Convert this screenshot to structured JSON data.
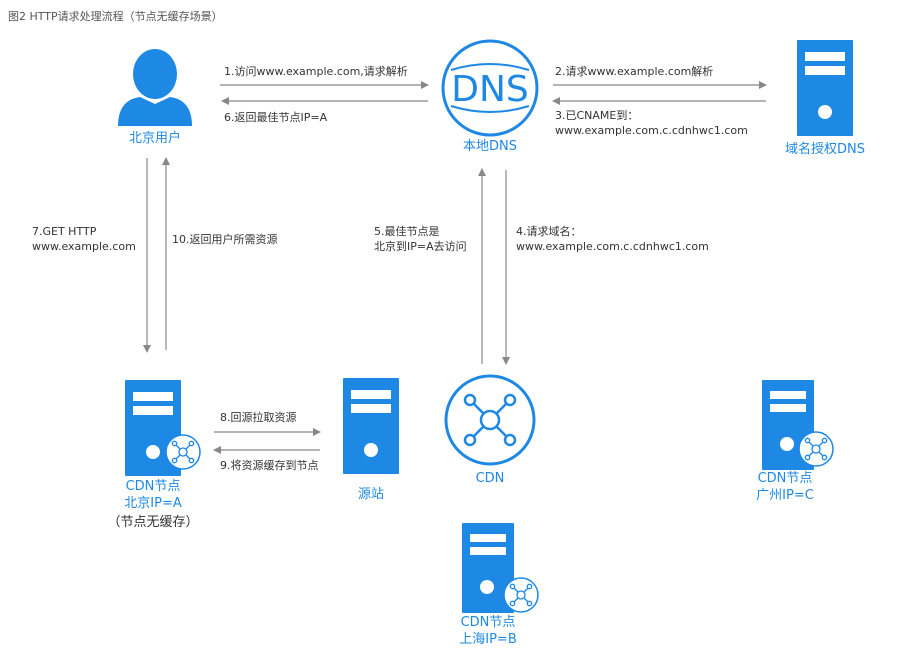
{
  "caption": "图2 HTTP请求处理流程（节点无缓存场景）",
  "nodes": {
    "user": "北京用户",
    "local_dns": "本地DNS",
    "dns_icon_text": "DNS",
    "auth_dns": "域名授权DNS",
    "cdn": "CDN",
    "origin": "源站",
    "node_bj_1": "CDN节点",
    "node_bj_2": "北京IP=A",
    "node_bj_3": "（节点无缓存）",
    "node_gz_1": "CDN节点",
    "node_gz_2": "广州IP=C",
    "node_sh_1": "CDN节点",
    "node_sh_2": "上海IP=B"
  },
  "steps": {
    "s1": "1.访问www.example.com,请求解析",
    "s2": "2.请求www.example.com解析",
    "s3_1": "3.已CNAME到：",
    "s3_2": "www.example.com.c.cdnhwc1.com",
    "s4_1": "4.请求域名：",
    "s4_2": "www.example.com.c.cdnhwc1.com",
    "s5_1": "5.最佳节点是",
    "s5_2": "北京到IP=A去访问",
    "s6": "6.返回最佳节点IP=A",
    "s7_1": "7.GET HTTP",
    "s7_2": "www.example.com",
    "s8": "8.回源拉取资源",
    "s9": "9.将资源缓存到节点",
    "s10": "10.返回用户所需资源"
  },
  "colors": {
    "primary": "#1e88e5",
    "arrow": "#888888",
    "text": "#333333"
  }
}
